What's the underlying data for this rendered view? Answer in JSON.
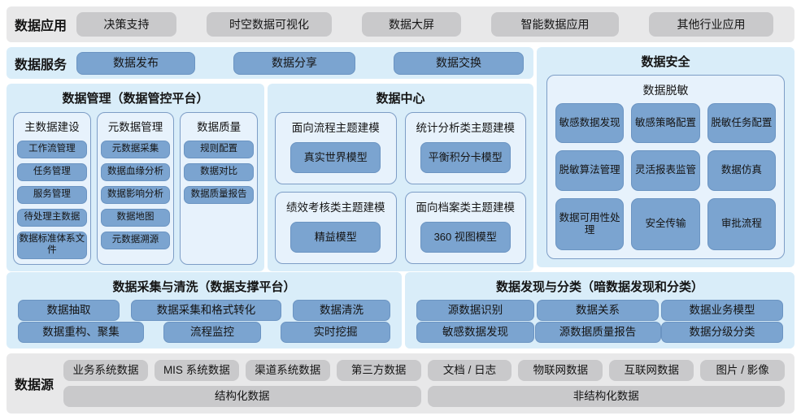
{
  "colors": {
    "panel_blue_bg": "#d9edf9",
    "inner_box_bg": "#e7f2fc",
    "inner_box_border": "#7d9dc6",
    "button_blue": "#7ba4d0",
    "band_gray_bg": "#e8e8e9",
    "button_gray": "#c9c9cb",
    "text": "#141414"
  },
  "app_band": {
    "label": "数据应用",
    "items": [
      "决策支持",
      "时空数据可视化",
      "数据大屏",
      "智能数据应用",
      "其他行业应用"
    ]
  },
  "service_band": {
    "label": "数据服务",
    "items": [
      "数据发布",
      "数据分享",
      "数据交换"
    ]
  },
  "management_panel": {
    "title": "数据管理（数据管控平台）",
    "columns": [
      {
        "title": "主数据建设",
        "items": [
          "工作流管理",
          "任务管理",
          "服务管理",
          "待处理主数据",
          "数据标准体系文件"
        ]
      },
      {
        "title": "元数据管理",
        "items": [
          "元数据采集",
          "数据血缘分析",
          "数据影响分析",
          "数据地图",
          "元数据溯源"
        ]
      },
      {
        "title": "数据质量",
        "items": [
          "规则配置",
          "数据对比",
          "数据质量报告"
        ]
      }
    ]
  },
  "center_panel": {
    "title": "数据中心",
    "groups": [
      {
        "title": "面向流程主题建模",
        "model": "真实世界模型"
      },
      {
        "title": "统计分析类主题建模",
        "model": "平衡积分卡模型"
      },
      {
        "title": "绩效考核类主题建模",
        "model": "精益模型"
      },
      {
        "title": "面向档案类主题建模",
        "model": "360 视图模型"
      }
    ]
  },
  "security_panel": {
    "title": "数据安全",
    "masking": {
      "title": "数据脱敏",
      "items": [
        "敏感数据发现",
        "敏感策略配置",
        "脱敏任务配置",
        "脱敏算法管理",
        "灵活报表监管",
        "数据仿真",
        "数据可用性处理",
        "安全传输",
        "审批流程"
      ]
    }
  },
  "collect_panel": {
    "title": "数据采集与清洗（数据支撑平台）",
    "rows": [
      [
        "数据抽取",
        "数据采集和格式转化",
        "数据清洗"
      ],
      [
        "数据重构、聚集",
        "流程监控",
        "实时挖掘"
      ]
    ]
  },
  "discovery_panel": {
    "title": "数据发现与分类（暗数据发现和分类）",
    "rows": [
      [
        "源数据识别",
        "数据关系",
        "数据业务模型"
      ],
      [
        "敏感数据发现",
        "源数据质量报告",
        "数据分级分类"
      ]
    ]
  },
  "source_band": {
    "label": "数据源",
    "groups": [
      {
        "items": [
          "业务系统数据",
          "MIS 系统数据",
          "渠道系统数据",
          "第三方数据"
        ],
        "category": "结构化数据"
      },
      {
        "items": [
          "文档 / 日志",
          "物联网数据",
          "互联网数据",
          "图片 / 影像"
        ],
        "category": "非结构化数据"
      }
    ]
  }
}
